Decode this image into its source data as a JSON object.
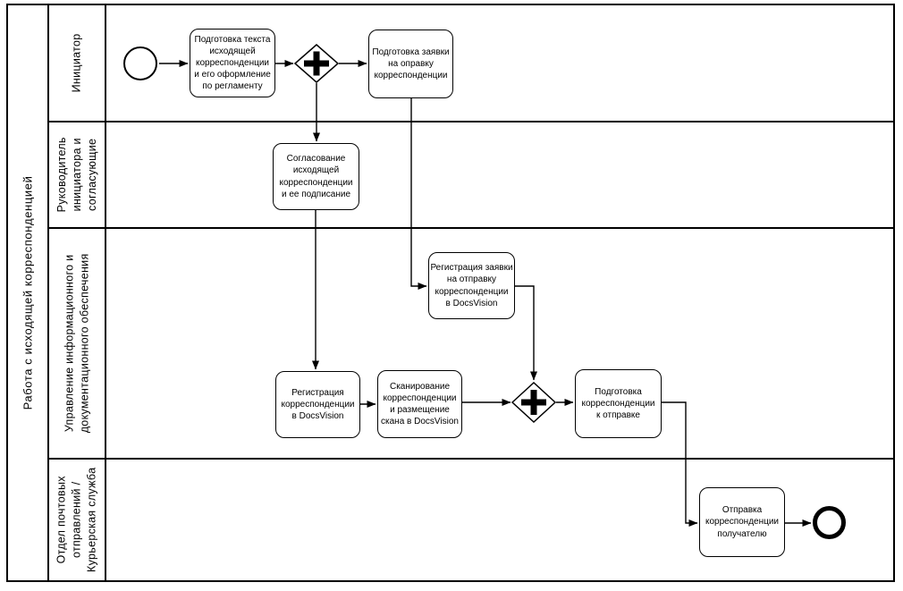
{
  "diagram": {
    "pool": {
      "label": "Работа с исходящей корреспонденцией"
    },
    "lanes": [
      {
        "label": "Инициатор"
      },
      {
        "label": "Руководитель\nинициатора и\nсогласующие"
      },
      {
        "label": "Управление информационного и\nдокументационного обеспечения"
      },
      {
        "label": "Отдел почтовых\nотправлений /\nКурьерская служба"
      }
    ],
    "nodes": [
      {
        "id": "start",
        "type": "start-event",
        "lane": 0
      },
      {
        "id": "task-1",
        "type": "task",
        "lane": 0,
        "label": "Подготовка текста\nисходящей\nкорреспонденции\nи его оформление\nпо регламенту"
      },
      {
        "id": "gateway-1",
        "type": "parallel-gateway",
        "lane": 0
      },
      {
        "id": "task-2",
        "type": "task",
        "lane": 0,
        "label": "Подготовка заявки\nна оправку\nкорреспонденции"
      },
      {
        "id": "task-3",
        "type": "task",
        "lane": 1,
        "label": "Согласование\nисходящей\nкорреспонденции\nи ее подписание"
      },
      {
        "id": "task-4",
        "type": "task",
        "lane": 2,
        "label": "Регистрация заявки\nна отправку\nкорреспонденции\nв DocsVision"
      },
      {
        "id": "task-5",
        "type": "task",
        "lane": 2,
        "label": "Регистрация\nкорреспонденции\nв DocsVision"
      },
      {
        "id": "task-6",
        "type": "task",
        "lane": 2,
        "label": "Сканирование\nкорреспонденции\nи размещение\nскана в DocsVision"
      },
      {
        "id": "gateway-2",
        "type": "parallel-gateway",
        "lane": 2
      },
      {
        "id": "task-7",
        "type": "task",
        "lane": 2,
        "label": "Подготовка\nкорреспонденции\nк отправке"
      },
      {
        "id": "task-8",
        "type": "task",
        "lane": 3,
        "label": "Отправка\nкорреспонденции\nполучателю"
      },
      {
        "id": "end",
        "type": "end-event",
        "lane": 3
      }
    ],
    "flows": [
      {
        "from": "start",
        "to": "task-1"
      },
      {
        "from": "task-1",
        "to": "gateway-1"
      },
      {
        "from": "gateway-1",
        "to": "task-2"
      },
      {
        "from": "gateway-1",
        "to": "task-3"
      },
      {
        "from": "task-2",
        "to": "task-4"
      },
      {
        "from": "task-3",
        "to": "task-5"
      },
      {
        "from": "task-4",
        "to": "gateway-2"
      },
      {
        "from": "task-5",
        "to": "task-6"
      },
      {
        "from": "task-6",
        "to": "gateway-2"
      },
      {
        "from": "gateway-2",
        "to": "task-7"
      },
      {
        "from": "task-7",
        "to": "task-8"
      },
      {
        "from": "task-8",
        "to": "end"
      }
    ],
    "colors": {
      "stroke": "#000000",
      "fill": "#ffffff"
    }
  }
}
